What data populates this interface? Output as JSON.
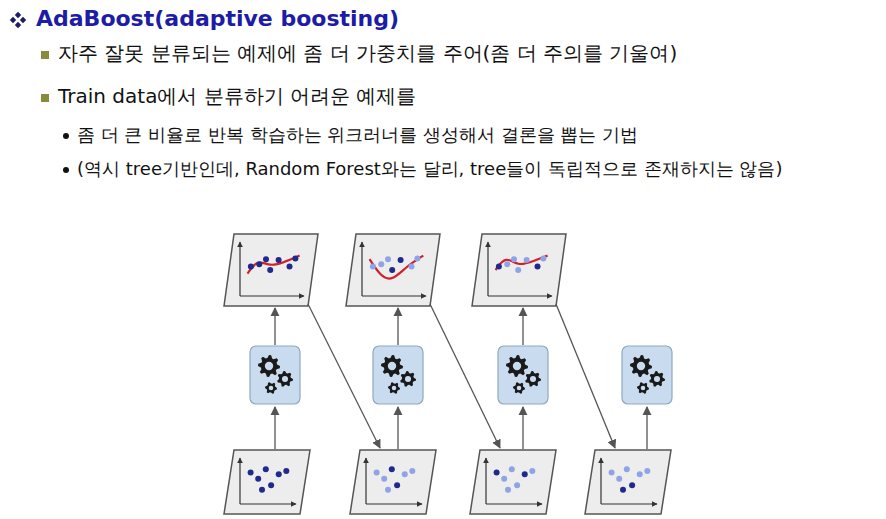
{
  "diagram": {
    "title": "AdaBoost(adaptive boosting)",
    "labels": [
      "자주 잘못 분류되는 예제에 좀 더 가중치를 주어(좀 더 주의를 기울여)",
      "Train data에서 분류하기 어려운 예제를",
      "좀 더 큰 비율로 반복 학습하는 위크러너를 생성해서 결론을 뽑는 기법",
      "(역시 tree기반인데, Random Forest와는 달리, tree들이 독립적으로 존재하지는 않음)"
    ]
  }
}
